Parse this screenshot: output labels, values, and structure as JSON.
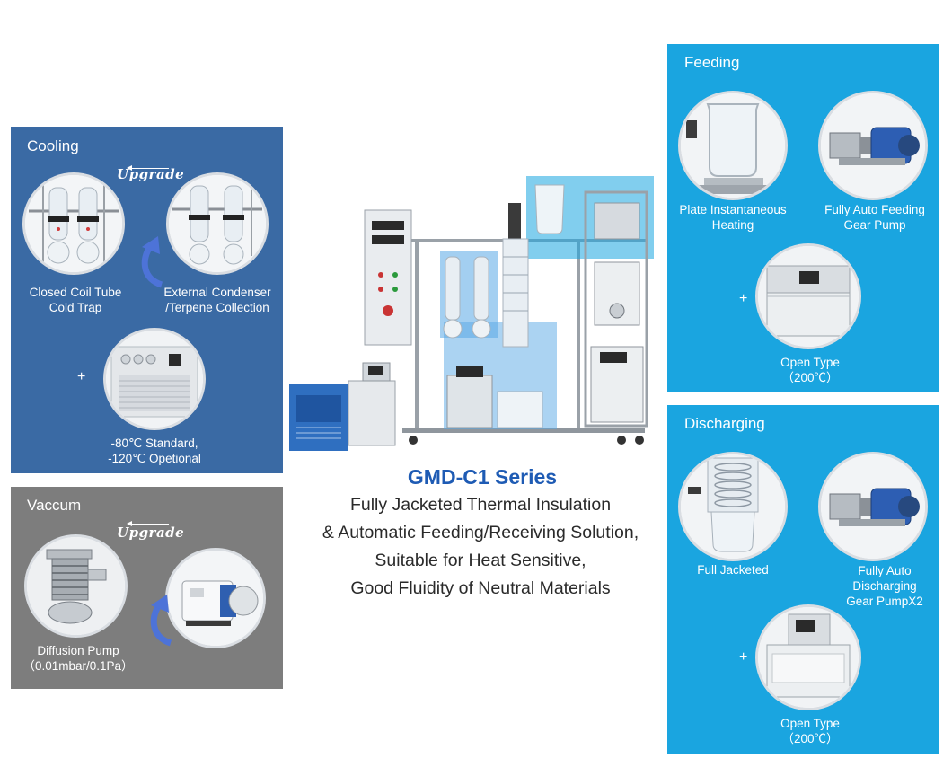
{
  "colors": {
    "cooling_bg": "#3a6aa4",
    "vacuum_bg": "#7d7d7d",
    "feeding_bg": "#1aa5e0",
    "discharging_bg": "#1aa5e0",
    "series_title": "#1e5bb4"
  },
  "cooling": {
    "title": "Cooling",
    "upgrade_text": "Upgrade",
    "item1_caption": [
      "Closed Coil Tube",
      "Cold Trap"
    ],
    "item2_caption": [
      "External Condenser",
      "/Terpene Collection"
    ],
    "plus": "+",
    "chiller_caption": [
      "-80℃ Standard,",
      "-120℃ Opetional"
    ]
  },
  "vacuum": {
    "title": "Vaccum",
    "upgrade_text": "Upgrade",
    "item1_caption": [
      "Diffusion Pump",
      "（0.01mbar/0.1Pa）"
    ]
  },
  "feeding": {
    "title": "Feeding",
    "item1_caption": [
      "Plate Instantaneous",
      "Heating"
    ],
    "item2_caption": [
      "Fully Auto Feeding",
      "Gear Pump"
    ],
    "plus": "+",
    "item3_caption": [
      "Open Type",
      "（200℃）"
    ]
  },
  "discharging": {
    "title": "Discharging",
    "item1_caption": [
      "Full Jacketed"
    ],
    "item2_caption": [
      "Fully Auto",
      "Discharging",
      "Gear PumpX2"
    ],
    "plus": "+",
    "item3_caption": [
      "Open Type",
      "（200℃）"
    ]
  },
  "center": {
    "series_title": "GMD-C1 Series",
    "description": [
      "Fully Jacketed Thermal Insulation",
      "& Automatic Feeding/Receiving Solution,",
      "Suitable for Heat Sensitive,",
      "Good Fluidity of Neutral Materials"
    ]
  }
}
